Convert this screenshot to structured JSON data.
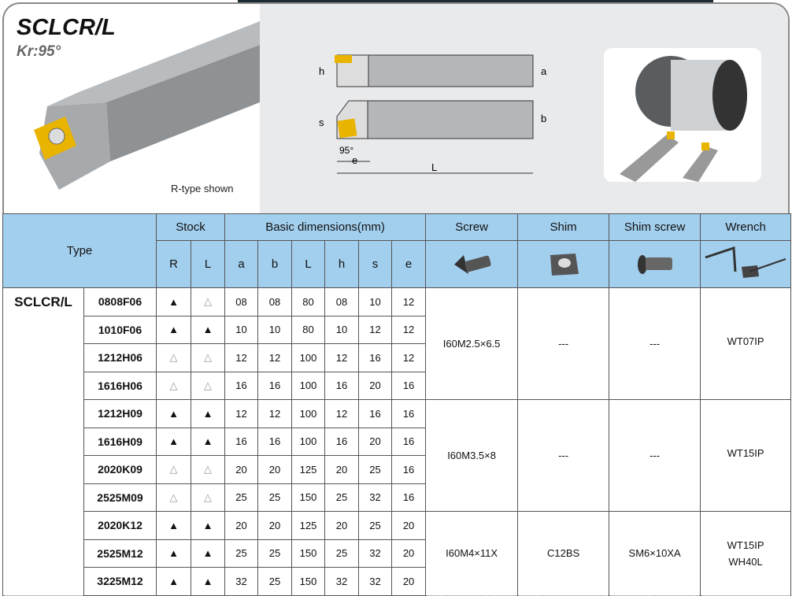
{
  "header": {
    "title": "SCLCR/L",
    "kr": "Kr:95°",
    "note": "R-type shown"
  },
  "diagram_labels": {
    "h": "h",
    "a": "a",
    "s": "s",
    "b": "b",
    "angle": "95°",
    "e": "e",
    "L": "L"
  },
  "table": {
    "type_label": "Type",
    "stock_label": "Stock",
    "basic_label": "Basic dimensions(mm)",
    "screw_label": "Screw",
    "shim_label": "Shim",
    "shim_screw_label": "Shim screw",
    "wrench_label": "Wrench",
    "stock_cols": [
      "R",
      "L"
    ],
    "dim_cols": [
      "a",
      "b",
      "L",
      "h",
      "s",
      "e"
    ],
    "group": "SCLCR/L",
    "rows": [
      {
        "model": "0808F06",
        "R": "▲",
        "L": "△",
        "a": "08",
        "b": "08",
        "Ld": "80",
        "h": "08",
        "s": "10",
        "e": "12"
      },
      {
        "model": "1010F06",
        "R": "▲",
        "L": "▲",
        "a": "10",
        "b": "10",
        "Ld": "80",
        "h": "10",
        "s": "12",
        "e": "12"
      },
      {
        "model": "1212H06",
        "R": "△",
        "L": "△",
        "a": "12",
        "b": "12",
        "Ld": "100",
        "h": "12",
        "s": "16",
        "e": "12"
      },
      {
        "model": "1616H06",
        "R": "△",
        "L": "△",
        "a": "16",
        "b": "16",
        "Ld": "100",
        "h": "16",
        "s": "20",
        "e": "16"
      },
      {
        "model": "1212H09",
        "R": "▲",
        "L": "▲",
        "a": "12",
        "b": "12",
        "Ld": "100",
        "h": "12",
        "s": "16",
        "e": "16"
      },
      {
        "model": "1616H09",
        "R": "▲",
        "L": "▲",
        "a": "16",
        "b": "16",
        "Ld": "100",
        "h": "16",
        "s": "20",
        "e": "16"
      },
      {
        "model": "2020K09",
        "R": "△",
        "L": "△",
        "a": "20",
        "b": "20",
        "Ld": "125",
        "h": "20",
        "s": "25",
        "e": "16"
      },
      {
        "model": "2525M09",
        "R": "△",
        "L": "△",
        "a": "25",
        "b": "25",
        "Ld": "150",
        "h": "25",
        "s": "32",
        "e": "16"
      },
      {
        "model": "2020K12",
        "R": "▲",
        "L": "▲",
        "a": "20",
        "b": "20",
        "Ld": "125",
        "h": "20",
        "s": "25",
        "e": "20"
      },
      {
        "model": "2525M12",
        "R": "▲",
        "L": "▲",
        "a": "25",
        "b": "25",
        "Ld": "150",
        "h": "25",
        "s": "32",
        "e": "20"
      },
      {
        "model": "3225M12",
        "R": "▲",
        "L": "▲",
        "a": "32",
        "b": "25",
        "Ld": "150",
        "h": "32",
        "s": "32",
        "e": "20"
      }
    ],
    "parts": [
      {
        "screw": "I60M2.5×6.5",
        "shim": "---",
        "shim_screw": "---",
        "wrench": "WT07IP",
        "wrench2": ""
      },
      {
        "screw": "I60M3.5×8",
        "shim": "---",
        "shim_screw": "---",
        "wrench": "WT15IP",
        "wrench2": ""
      },
      {
        "screw": "I60M4×11X",
        "shim": "C12BS",
        "shim_screw": "SM6×10XA",
        "wrench": "WT15IP",
        "wrench2": "WH40L"
      }
    ]
  }
}
